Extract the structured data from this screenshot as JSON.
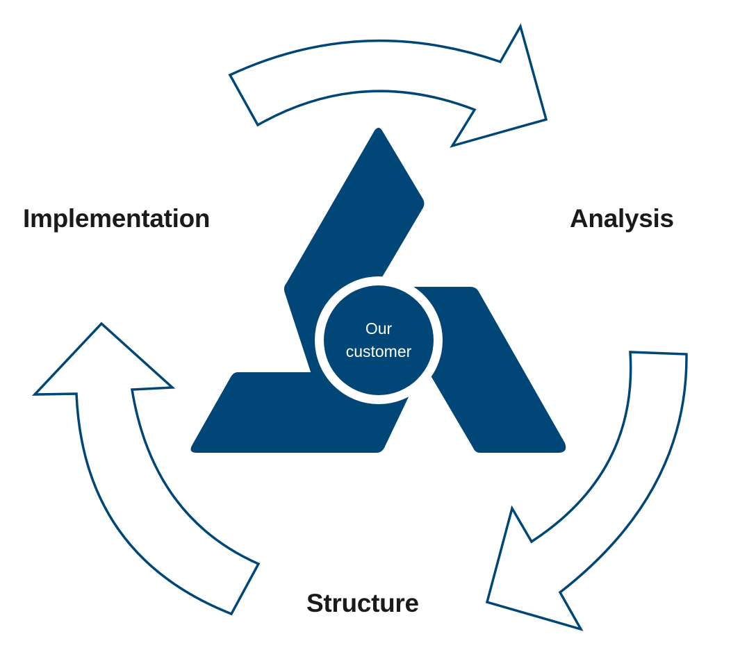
{
  "colors": {
    "brand_blue": "#004677",
    "label_text": "#1a1a1a",
    "background": "#ffffff"
  },
  "stages": {
    "analysis": "Analysis",
    "structure": "Structure",
    "implementation": "Implementation"
  },
  "center": {
    "line1": "Our",
    "line2": "customer"
  },
  "icons": [
    "cycle-arrow-icon",
    "triskelion-logo-icon"
  ]
}
